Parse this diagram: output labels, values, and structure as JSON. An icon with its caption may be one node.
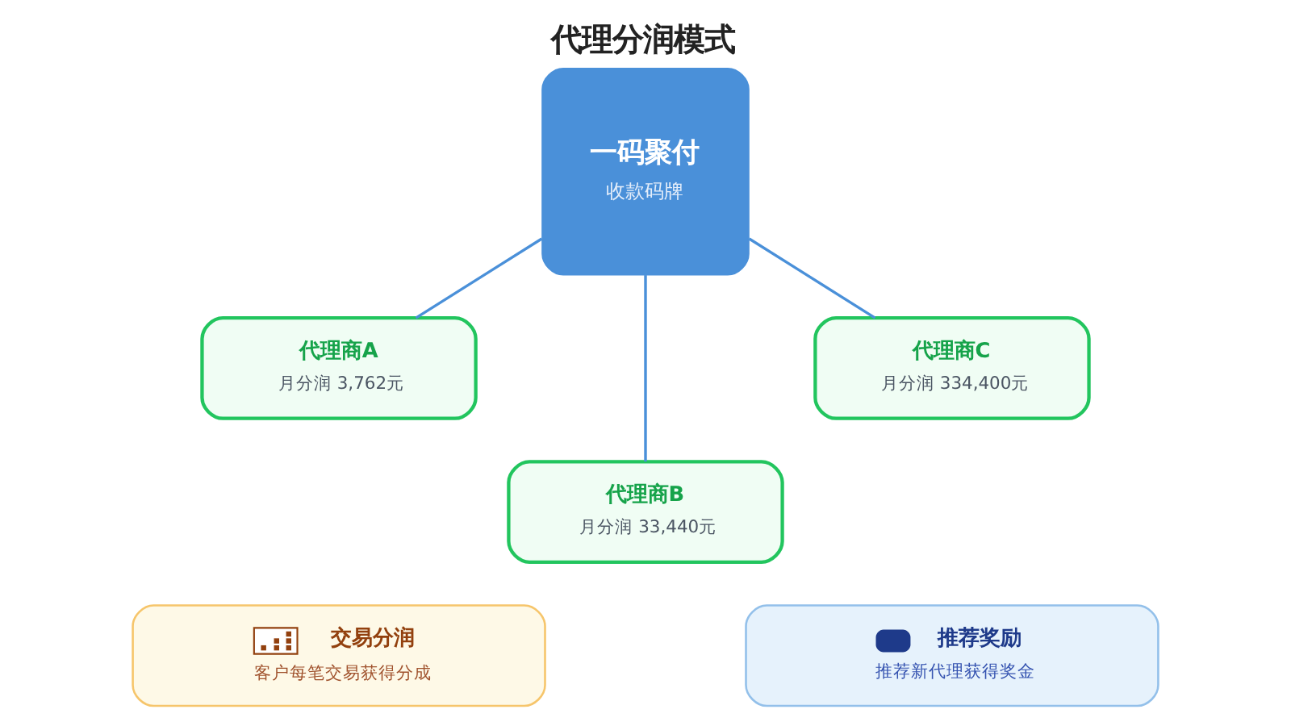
{
  "diagram": {
    "title": "代理分润模式",
    "nodes": [
      {
        "text": [
          "一码聚付",
          "收款码牌"
        ]
      },
      {
        "text": [
          "代理商A",
          "月分润 3,762元"
        ]
      },
      {
        "text": [
          "代理商B",
          "月分润 33,440元"
        ]
      },
      {
        "text": [
          "代理商C",
          "月分润 334,400元"
        ]
      },
      {
        "text": [
          "交易分润",
          "客户每笔交易获得分成"
        ]
      },
      {
        "text": [
          "推荐奖励",
          "推荐新代理获得奖金"
        ]
      }
    ],
    "edges": [
      {
        "from": 0,
        "to": 1,
        "arrow": "none"
      },
      {
        "from": 0,
        "to": 2,
        "arrow": "none"
      },
      {
        "from": 0,
        "to": 3,
        "arrow": "none"
      }
    ]
  }
}
